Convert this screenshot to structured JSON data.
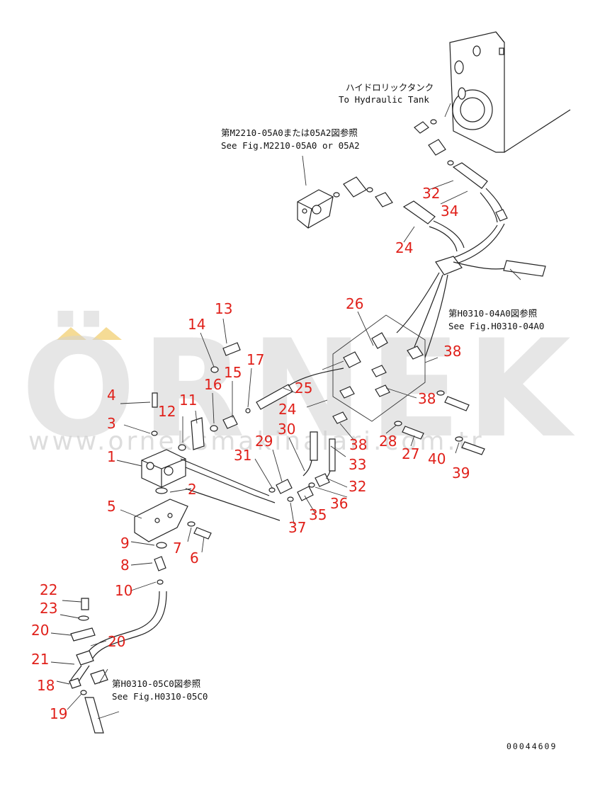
{
  "notes": {
    "tank_jp": "ハイドロリックタンク",
    "tank_en": "To Hydraulic Tank",
    "m2210_jp": "第M2210-05A0または05A2図参照",
    "m2210_en": "See Fig.M2210-05A0 or 05A2",
    "h0310_04_jp": "第H0310-04A0図参照",
    "h0310_04_en": "See Fig.H0310-04A0",
    "h0310_05_jp": "第H0310-05C0図参照",
    "h0310_05_en": "See Fig.H0310-05C0"
  },
  "watermark": {
    "brand": "ÖRNEK",
    "url": "www.orneksmakinalari.com.tr"
  },
  "doc_id": "00044609",
  "callouts": {
    "c1": "1",
    "c2": "2",
    "c3": "3",
    "c4": "4",
    "c5": "5",
    "c6": "6",
    "c7": "7",
    "c8": "8",
    "c9": "9",
    "c10": "10",
    "c11": "11",
    "c12": "12",
    "c13": "13",
    "c14": "14",
    "c15": "15",
    "c16": "16",
    "c17": "17",
    "c18": "18",
    "c19": "19",
    "c20a": "20",
    "c20b": "20",
    "c21": "21",
    "c22": "22",
    "c23": "23",
    "c24a": "24",
    "c24b": "24",
    "c25": "25",
    "c26": "26",
    "c27": "27",
    "c28": "28",
    "c29": "29",
    "c30": "30",
    "c31": "31",
    "c32a": "32",
    "c32b": "32",
    "c33": "33",
    "c34": "34",
    "c35": "35",
    "c36": "36",
    "c37": "37",
    "c38a": "38",
    "c38b": "38",
    "c38c": "38",
    "c39": "39",
    "c40": "40"
  }
}
